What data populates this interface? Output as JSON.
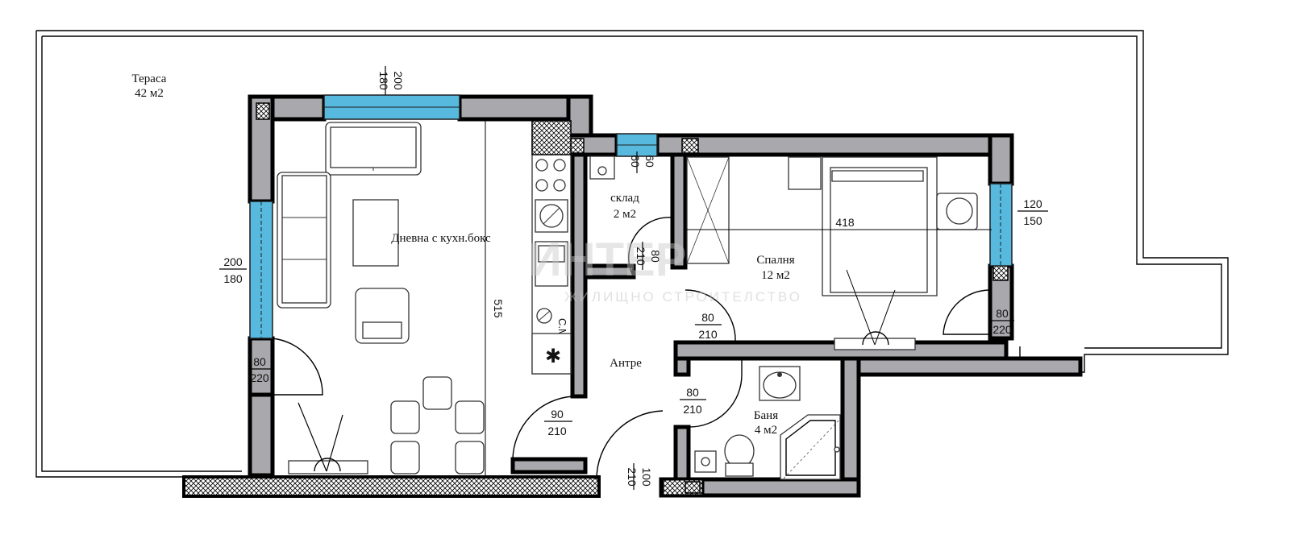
{
  "rooms": {
    "terrace": {
      "name": "Тераса",
      "area": "42 м2"
    },
    "living": {
      "name": "Дневна с кухн.бокс"
    },
    "storage": {
      "name": "склад",
      "area": "2 м2"
    },
    "hall": {
      "name": "Антре"
    },
    "bedroom": {
      "name": "Спалня",
      "area": "12 м2"
    },
    "bath": {
      "name": "Баня",
      "area": "4 м2"
    }
  },
  "dimensions": {
    "top_window": {
      "w": "200",
      "h": "180"
    },
    "left_window": {
      "w": "200",
      "h": "180"
    },
    "small_window": {
      "w": "60",
      "h": "60"
    },
    "bedroom_window": {
      "w": "120",
      "h": "150"
    },
    "living_balcony_door": {
      "w": "80",
      "h": "220"
    },
    "bedroom_balcony_door": {
      "w": "80",
      "h": "220"
    },
    "storage_door": {
      "w": "80",
      "h": "210"
    },
    "bedroom_door": {
      "w": "80",
      "h": "210"
    },
    "bath_door": {
      "w": "80",
      "h": "210"
    },
    "living_door": {
      "w": "90",
      "h": "210"
    },
    "entrance_door": {
      "w": "100",
      "h": "210"
    },
    "living_length": "515",
    "bedroom_length": "418"
  },
  "fixtures": {
    "wc_label": "С.М."
  },
  "colors": {
    "wall": "#a9a9ad",
    "window": "#58b9de",
    "line": "#000000"
  },
  "watermark": {
    "text": "ИНТЕР",
    "subtext": "ЖИЛИЩНО СТРОИТЕЛСТВО"
  }
}
